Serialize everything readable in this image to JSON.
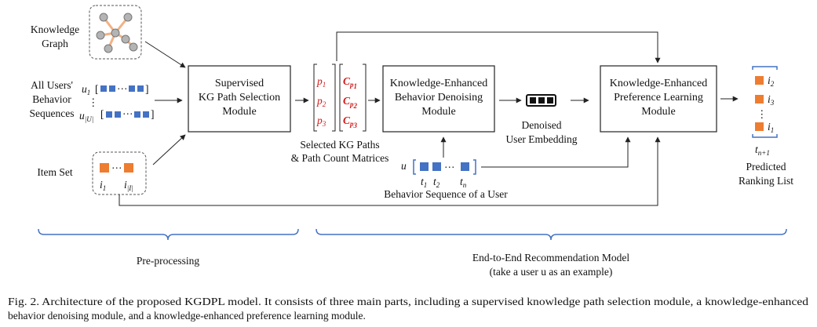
{
  "inputs": {
    "kg_label_1": "Knowledge",
    "kg_label_2": "Graph",
    "users_label_1": "All Users'",
    "users_label_2": "Behavior",
    "users_label_3": "Sequences",
    "user_first": "u",
    "user_first_sub": "1",
    "user_last": "u",
    "user_last_sub": "|U|",
    "itemset_label": "Item Set",
    "item_first": "i",
    "item_first_sub": "1",
    "item_last": "i",
    "item_last_sub": "|I|"
  },
  "modules": {
    "selection_1": "Supervised",
    "selection_2": "KG Path Selection",
    "selection_3": "Module",
    "denoise_1": "Knowledge-Enhanced",
    "denoise_2": "Behavior Denoising",
    "denoise_3": "Module",
    "pref_1": "Knowledge-Enhanced",
    "pref_2": "Preference Learning",
    "pref_3": "Module"
  },
  "paths": {
    "p": "p",
    "p_subs": [
      "1",
      "2",
      "3"
    ],
    "c": "C",
    "c_inner": "p",
    "c_subs": [
      "1",
      "2",
      "3"
    ],
    "caption_1": "Selected KG Paths",
    "caption_2": "& Path Count Matrices"
  },
  "embedding": {
    "label_1": "Denoised",
    "label_2": "User Embedding"
  },
  "user_seq": {
    "u": "u",
    "t": "t",
    "t_subs": [
      "1",
      "2",
      "n"
    ],
    "caption": "Behavior Sequence of a User"
  },
  "ranking": {
    "i": "i",
    "item_subs": [
      "2",
      "3",
      "1"
    ],
    "t": "t",
    "t_sub": "n+1",
    "label_1": "Predicted",
    "label_2": "Ranking List"
  },
  "sections": {
    "preprocessing": "Pre-processing",
    "e2e_1": "End-to-End Recommendation Model",
    "e2e_2": "(take a user u as an example)"
  },
  "caption": {
    "line1": "Fig. 2.     Architecture of the proposed KGDPL model. It consists of three main parts, including a supervised knowledge path selection module, a knowledge-enhanced",
    "line2": "behavior denoising module, and a knowledge-enhanced preference learning module."
  },
  "colors": {
    "item_blue": "#4472c4",
    "item_orange": "#ed7d31",
    "kg_orange": "#f4b183",
    "kg_grey": "#b4b4b4",
    "brace_blue": "#4472c4",
    "red_text": "#d21919"
  }
}
